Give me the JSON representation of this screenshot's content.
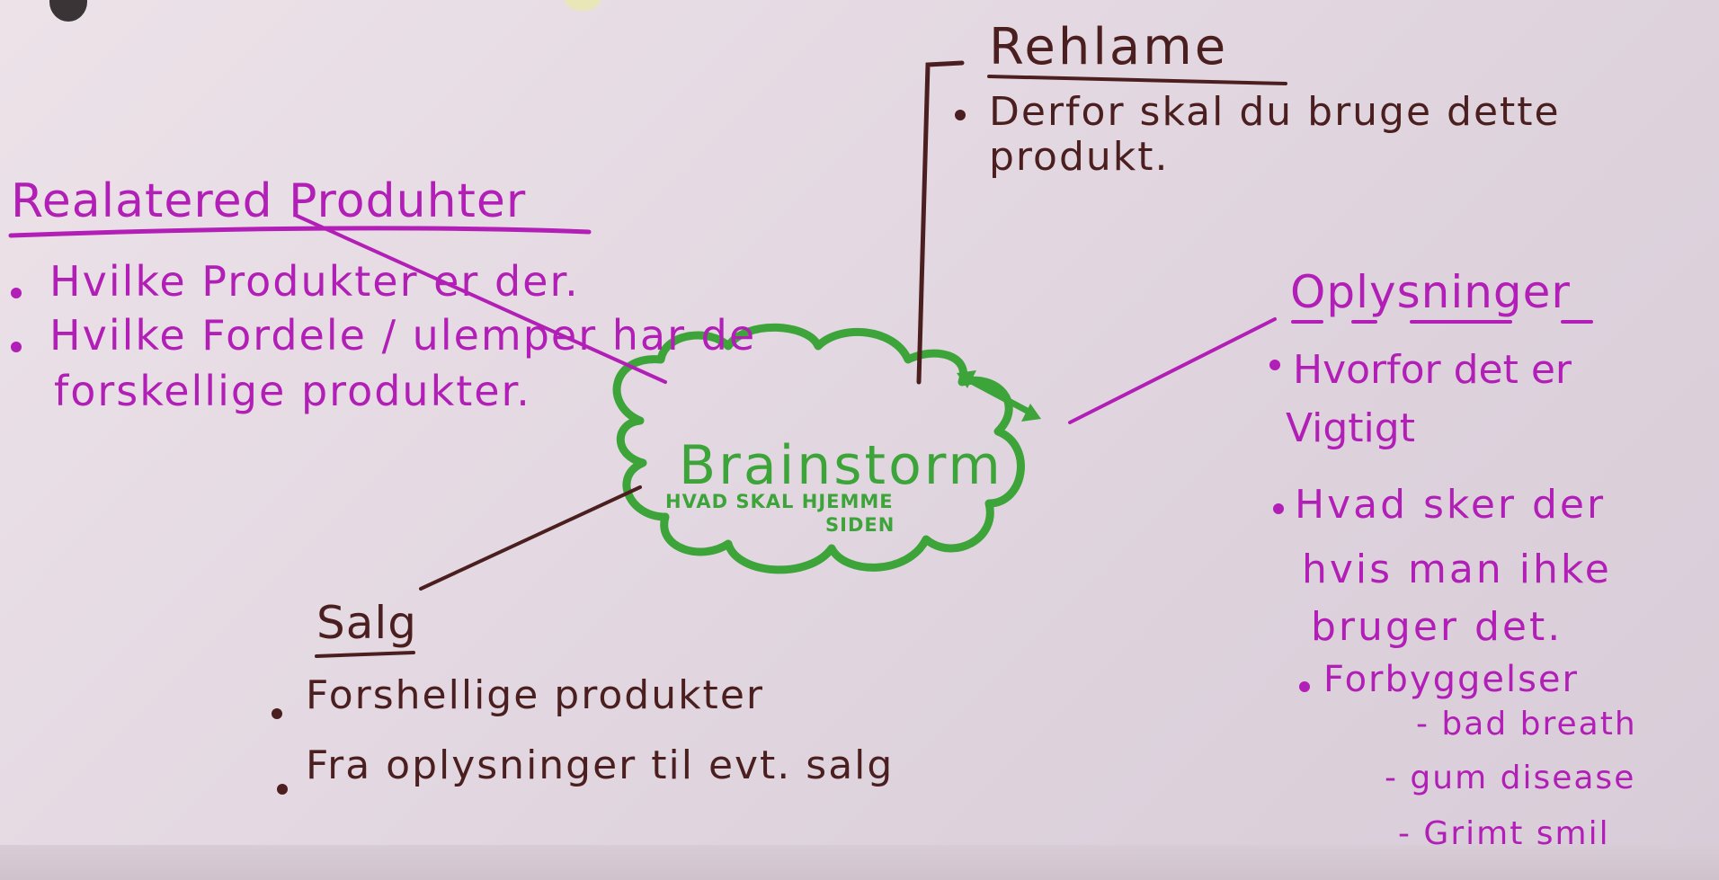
{
  "center": {
    "title": "Brainstorm",
    "subtitle_1": "HVAD SKAL HJEMME",
    "subtitle_2": "SIDEN"
  },
  "reklame": {
    "heading": "Rehlame",
    "items": [
      "Derfor skal du bruge dette",
      "produkt."
    ]
  },
  "realatered": {
    "heading": "Realatered Produhter",
    "items": [
      "Hvilke Produkter er der.",
      "Hvilke Fordele / ulemper har de",
      "forskellige produkter."
    ]
  },
  "oplysninger": {
    "heading": "Oplysninger",
    "items": [
      "Hvorfor det er",
      "Vigtigt",
      "Hvad sker der",
      "hvis man ihke",
      "bruger det.",
      "Forbyggelser",
      "- bad breath",
      "- gum disease",
      "- Grimt smil"
    ]
  },
  "salg": {
    "heading": "Salg",
    "items": [
      "Forshellige produkter",
      "Fra oplysninger til evt. salg"
    ]
  },
  "colors": {
    "magenta_ink": "#b21fb6",
    "brown_ink": "#4b1f1f",
    "green_ink": "#3da43a",
    "paper": "#e6dbe3"
  }
}
